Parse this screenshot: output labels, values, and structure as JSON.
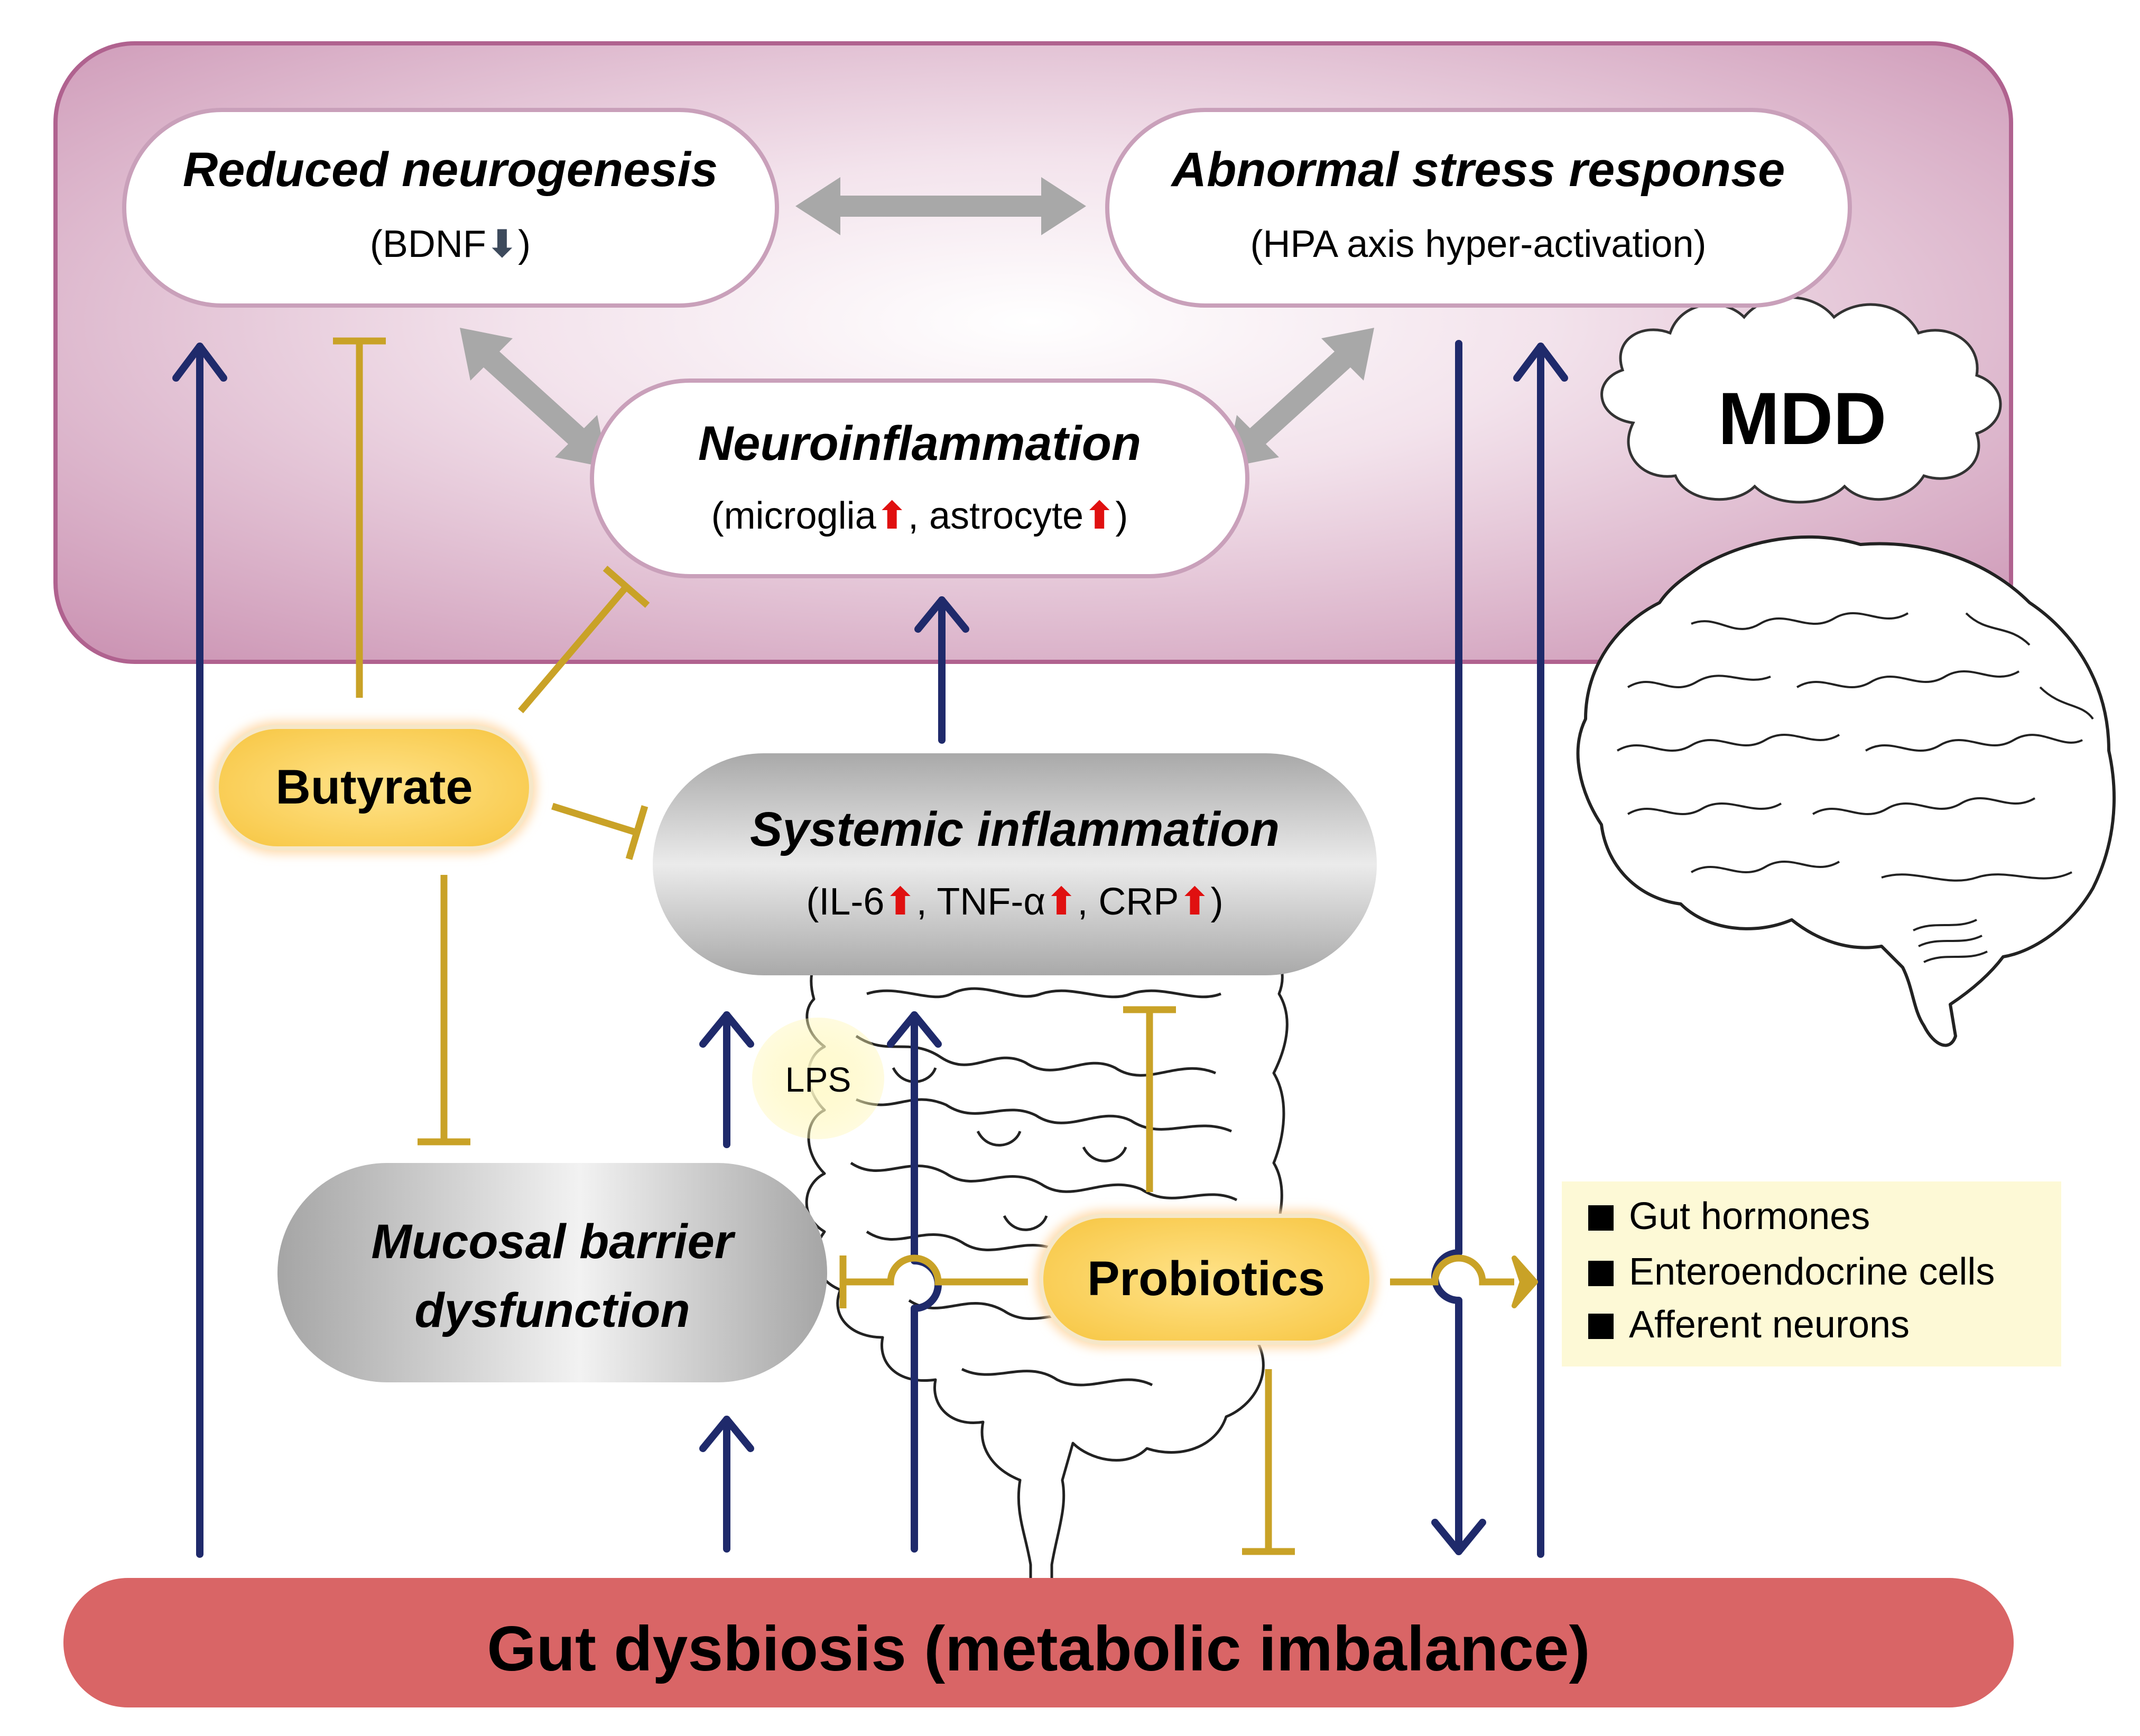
{
  "nodes": {
    "reduced_neurogenesis": {
      "title": "Reduced neurogenesis",
      "sub_open": "(BDNF",
      "sub_close": ")"
    },
    "abnormal_stress": {
      "title": "Abnormal stress response",
      "sub": "(HPA axis hyper-activation)"
    },
    "neuroinflammation": {
      "title": "Neuroinflammation",
      "sub_a": "(microglia",
      "sub_b": ", astrocyte",
      "sub_c": ")"
    },
    "systemic_inflammation": {
      "title": "Systemic inflammation",
      "sub_a": "(IL-6",
      "sub_b": ", TNF-α",
      "sub_c": ", CRP",
      "sub_d": ")"
    },
    "mucosal_barrier": {
      "line1": "Mucosal barrier",
      "line2": "dysfunction"
    },
    "butyrate": {
      "label": "Butyrate"
    },
    "probiotics": {
      "label": "Probiotics"
    },
    "lps": {
      "label": "LPS"
    },
    "mdd": {
      "label": "MDD"
    },
    "gut_dysbiosis": {
      "label": "Gut dysbiosis (metabolic imbalance)"
    }
  },
  "targets_list": [
    "Gut hormones",
    "Enteroendocrine cells",
    "Afferent neurons"
  ],
  "colors": {
    "brain_region": "#c98fb0",
    "brain_region_border": "#b0628f",
    "navy_arrow": "#1f2a6b",
    "inhibit_line": "#c9a227",
    "gray_arrow": "#a8a8a8",
    "red_up": "#e01010",
    "down_arrow": "#3d4a5c",
    "node_yellow": "#fcd96a",
    "dysbiosis_bar": "#d96566",
    "list_bg": "#fdf9d6"
  }
}
